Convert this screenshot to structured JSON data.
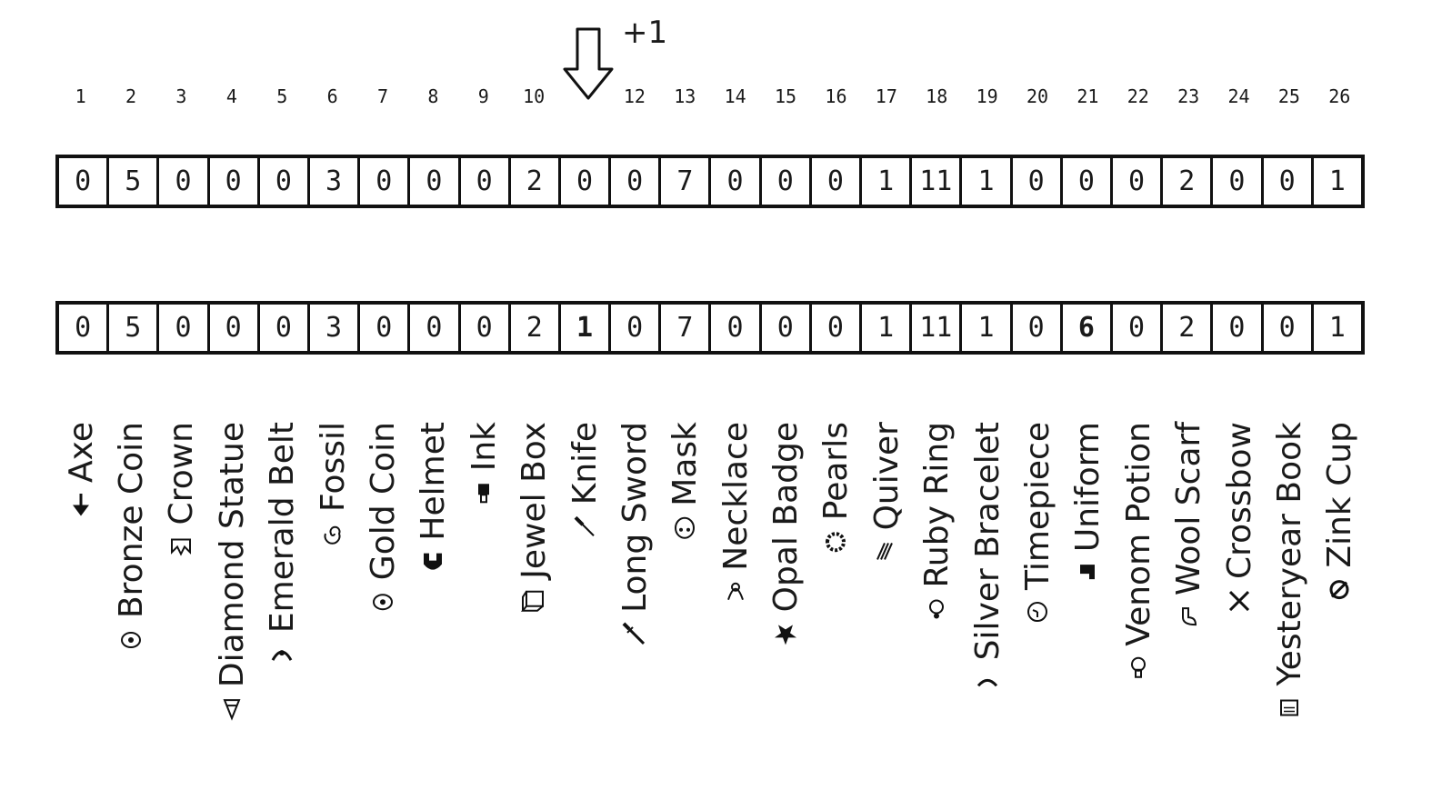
{
  "increment_label": "+1",
  "positions": [
    "1",
    "2",
    "3",
    "4",
    "5",
    "6",
    "7",
    "8",
    "9",
    "10",
    "",
    "12",
    "13",
    "14",
    "15",
    "16",
    "17",
    "18",
    "19",
    "20",
    "21",
    "22",
    "23",
    "24",
    "25",
    "26"
  ],
  "top_counts": [
    "0",
    "5",
    "0",
    "0",
    "0",
    "3",
    "0",
    "0",
    "0",
    "2",
    "0",
    "0",
    "7",
    "0",
    "0",
    "0",
    "1",
    "11",
    "1",
    "0",
    "0",
    "0",
    "2",
    "0",
    "0",
    "1"
  ],
  "bottom_counts": [
    "0",
    "5",
    "0",
    "0",
    "0",
    "3",
    "0",
    "0",
    "0",
    "2",
    "1",
    "0",
    "7",
    "0",
    "0",
    "0",
    "1",
    "11",
    "1",
    "0",
    "6",
    "0",
    "2",
    "0",
    "0",
    "1"
  ],
  "items": [
    {
      "label": "Axe",
      "icon": "axe-icon"
    },
    {
      "label": "Bronze Coin",
      "icon": "coin-icon"
    },
    {
      "label": "Crown",
      "icon": "crown-icon"
    },
    {
      "label": "Diamond Statue",
      "icon": "statue-icon"
    },
    {
      "label": "Emerald Belt",
      "icon": "belt-icon"
    },
    {
      "label": "Fossil",
      "icon": "fossil-icon"
    },
    {
      "label": "Gold Coin",
      "icon": "coin-icon"
    },
    {
      "label": "Helmet",
      "icon": "helmet-icon"
    },
    {
      "label": "Ink",
      "icon": "ink-icon"
    },
    {
      "label": "Jewel Box",
      "icon": "box-icon"
    },
    {
      "label": "Knife",
      "icon": "knife-icon"
    },
    {
      "label": "Long Sword",
      "icon": "sword-icon"
    },
    {
      "label": "Mask",
      "icon": "mask-icon"
    },
    {
      "label": "Necklace",
      "icon": "necklace-icon"
    },
    {
      "label": "Opal Badge",
      "icon": "badge-icon"
    },
    {
      "label": "Pearls",
      "icon": "pearls-icon"
    },
    {
      "label": "Quiver",
      "icon": "quiver-icon"
    },
    {
      "label": "Ruby Ring",
      "icon": "ring-icon"
    },
    {
      "label": "Silver Bracelet",
      "icon": "bracelet-icon"
    },
    {
      "label": "Timepiece",
      "icon": "clock-icon"
    },
    {
      "label": "Uniform",
      "icon": "uniform-icon"
    },
    {
      "label": "Venom Potion",
      "icon": "potion-icon"
    },
    {
      "label": "Wool Scarf",
      "icon": "scarf-icon"
    },
    {
      "label": "Crossbow",
      "icon": "crossbow-icon"
    },
    {
      "label": "Yesteryear Book",
      "icon": "book-icon"
    },
    {
      "label": "Zink Cup",
      "icon": "cup-icon"
    }
  ]
}
